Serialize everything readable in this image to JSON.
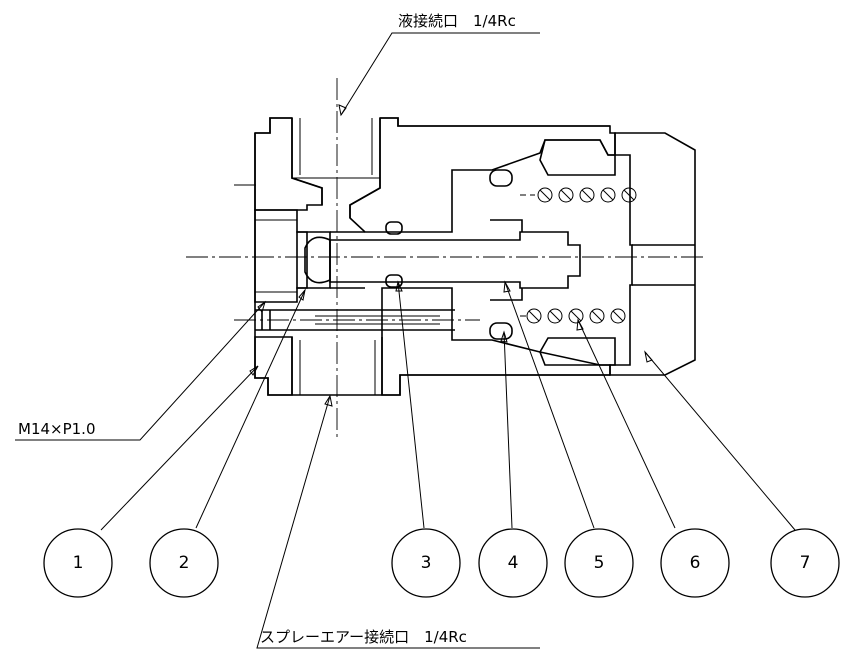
{
  "labels": {
    "liquid_port": "液接続口　1/4Rc",
    "thread": "M14×P1.0",
    "air_port": "スプレーエアー接続口　1/4Rc"
  },
  "balloons": [
    "1",
    "2",
    "3",
    "4",
    "5",
    "6",
    "7"
  ]
}
